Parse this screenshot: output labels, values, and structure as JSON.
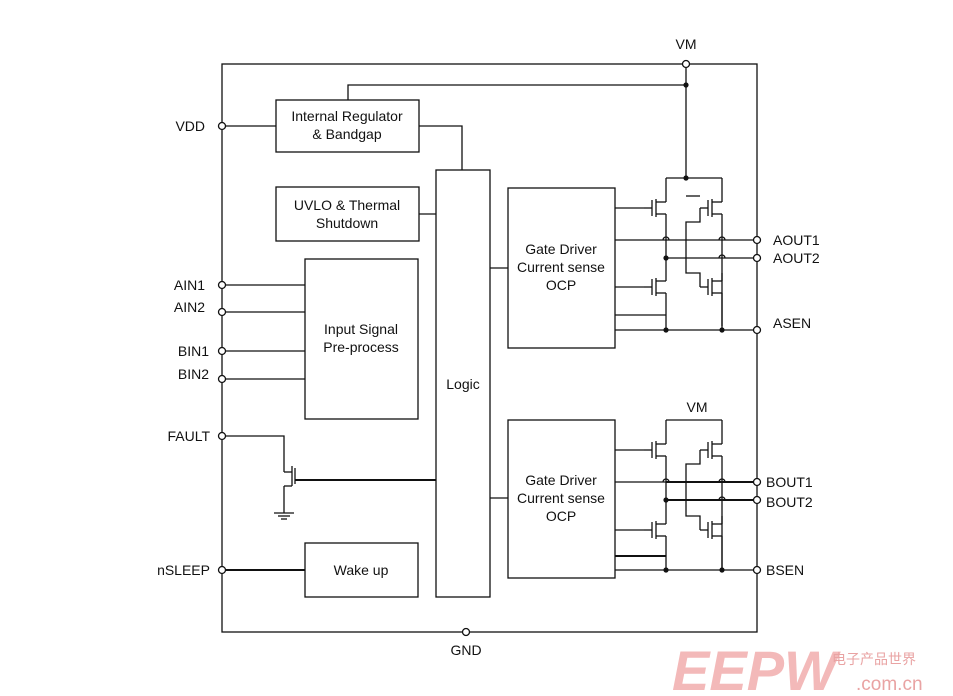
{
  "pins": {
    "vm_top": "VM",
    "vdd": "VDD",
    "ain1": "AIN1",
    "ain2": "AIN2",
    "bin1": "BIN1",
    "bin2": "BIN2",
    "fault": "FAULT",
    "nsleep": "nSLEEP",
    "gnd": "GND",
    "aout1": "AOUT1",
    "aout2": "AOUT2",
    "asen": "ASEN",
    "bout1": "BOUT1",
    "bout2": "BOUT2",
    "bsen": "BSEN",
    "vm_inner": "VM"
  },
  "blocks": {
    "regulator": [
      "Internal Regulator",
      "& Bandgap"
    ],
    "uvlo": [
      "UVLO & Thermal",
      "Shutdown"
    ],
    "input_signal": [
      "Input Signal",
      "Pre-process"
    ],
    "logic": "Logic",
    "gate_driver_a": [
      "Gate Driver",
      "Current sense",
      "OCP"
    ],
    "gate_driver_b": [
      "Gate Driver",
      "Current sense",
      "OCP"
    ],
    "wake_up": "Wake up"
  },
  "watermark": {
    "logo": "EEPW",
    "cn": "电子产品世界",
    "site": ".com.cn"
  },
  "colors": {
    "ink": "#111111",
    "watermark": "#f3b9b9"
  }
}
